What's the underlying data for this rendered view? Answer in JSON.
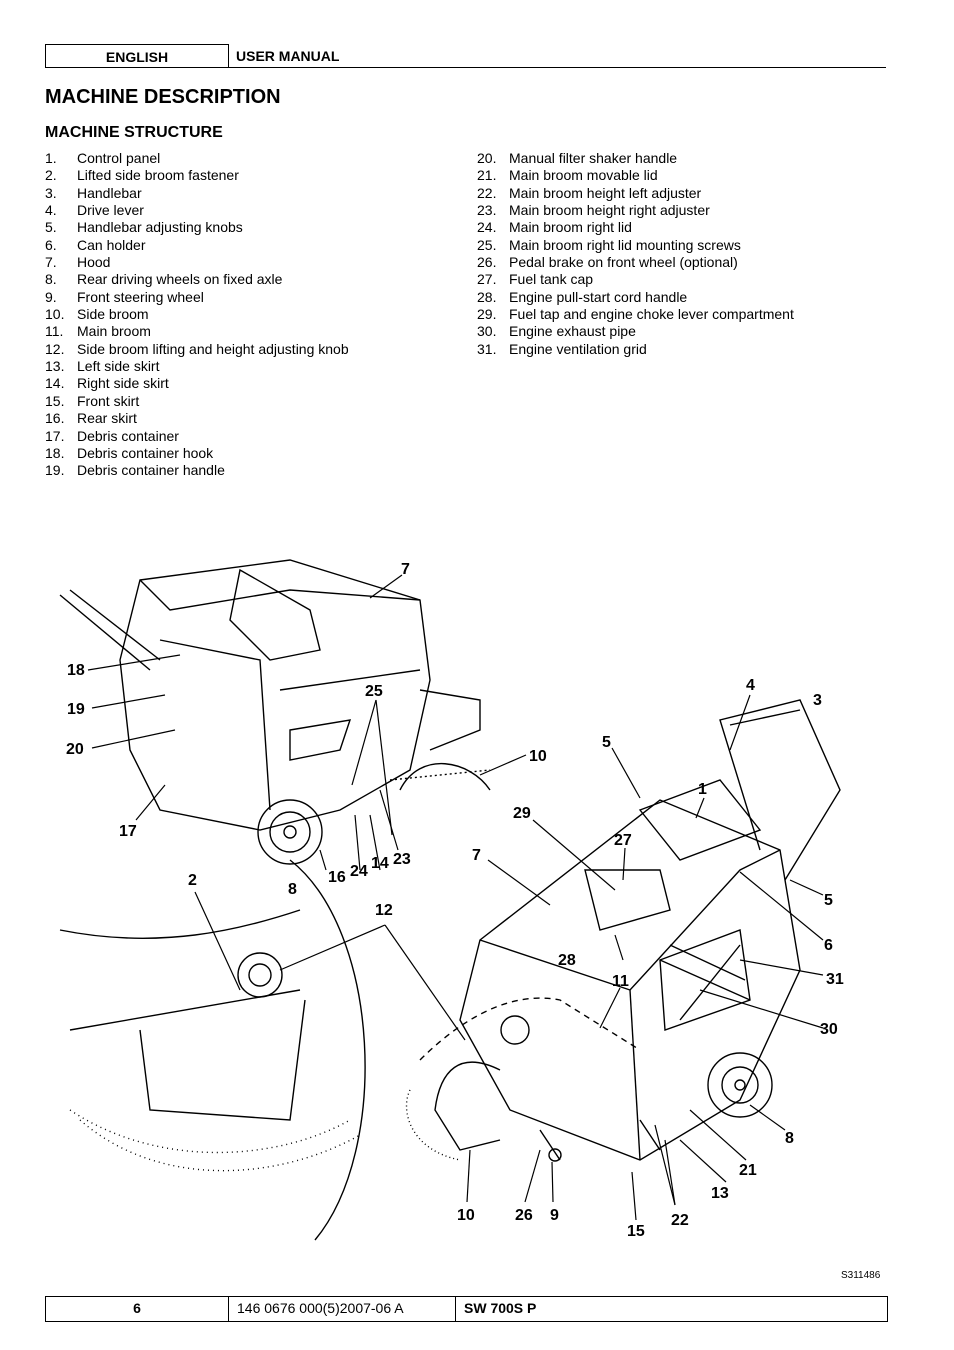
{
  "header": {
    "language": "ENGLISH",
    "doc_type": "USER MANUAL"
  },
  "section_title": "MACHINE DESCRIPTION",
  "subsection_title": "MACHINE STRUCTURE",
  "parts_left": [
    {
      "num": "1.",
      "text": "Control panel"
    },
    {
      "num": "2.",
      "text": "Lifted side broom fastener"
    },
    {
      "num": "3.",
      "text": "Handlebar"
    },
    {
      "num": "4.",
      "text": "Drive lever"
    },
    {
      "num": "5.",
      "text": "Handlebar adjusting knobs"
    },
    {
      "num": "6.",
      "text": "Can holder"
    },
    {
      "num": "7.",
      "text": "Hood"
    },
    {
      "num": "8.",
      "text": "Rear driving wheels on fixed axle"
    },
    {
      "num": "9.",
      "text": "Front steering wheel"
    },
    {
      "num": "10.",
      "text": "Side broom"
    },
    {
      "num": "11.",
      "text": "Main broom"
    },
    {
      "num": "12.",
      "text": "Side broom lifting and height adjusting knob"
    },
    {
      "num": "13.",
      "text": "Left side skirt"
    },
    {
      "num": "14.",
      "text": "Right side skirt"
    },
    {
      "num": "15.",
      "text": "Front skirt"
    },
    {
      "num": "16.",
      "text": "Rear skirt"
    },
    {
      "num": "17.",
      "text": "Debris container"
    },
    {
      "num": "18.",
      "text": "Debris container hook"
    },
    {
      "num": "19.",
      "text": "Debris container handle"
    }
  ],
  "parts_right": [
    {
      "num": "20.",
      "text": "Manual filter shaker handle"
    },
    {
      "num": "21.",
      "text": "Main broom movable lid"
    },
    {
      "num": "22.",
      "text": "Main broom height left adjuster"
    },
    {
      "num": "23.",
      "text": "Main broom height right adjuster"
    },
    {
      "num": "24.",
      "text": "Main broom right lid"
    },
    {
      "num": "25.",
      "text": "Main broom right lid mounting screws"
    },
    {
      "num": "26.",
      "text": "Pedal brake on front wheel (optional)"
    },
    {
      "num": "27.",
      "text": "Fuel tank cap"
    },
    {
      "num": "28.",
      "text": "Engine pull-start cord handle"
    },
    {
      "num": "29.",
      "text": "Fuel tap and engine choke lever compartment"
    },
    {
      "num": "30.",
      "text": "Engine exhaust pipe"
    },
    {
      "num": "31.",
      "text": "Engine ventilation grid"
    }
  ],
  "figure": {
    "callouts": [
      "7",
      "18",
      "19",
      "20",
      "17",
      "25",
      "10",
      "16",
      "24",
      "14",
      "23",
      "8",
      "2",
      "12",
      "4",
      "3",
      "5",
      "1",
      "29",
      "27",
      "7",
      "5",
      "6",
      "28",
      "11",
      "31",
      "30",
      "8",
      "21",
      "13",
      "22",
      "15",
      "10",
      "26",
      "9"
    ],
    "reference": "S311486"
  },
  "footer": {
    "page": "6",
    "doc_number": "146 0676 000(5)2007-06 A",
    "model": "SW 700S P"
  }
}
